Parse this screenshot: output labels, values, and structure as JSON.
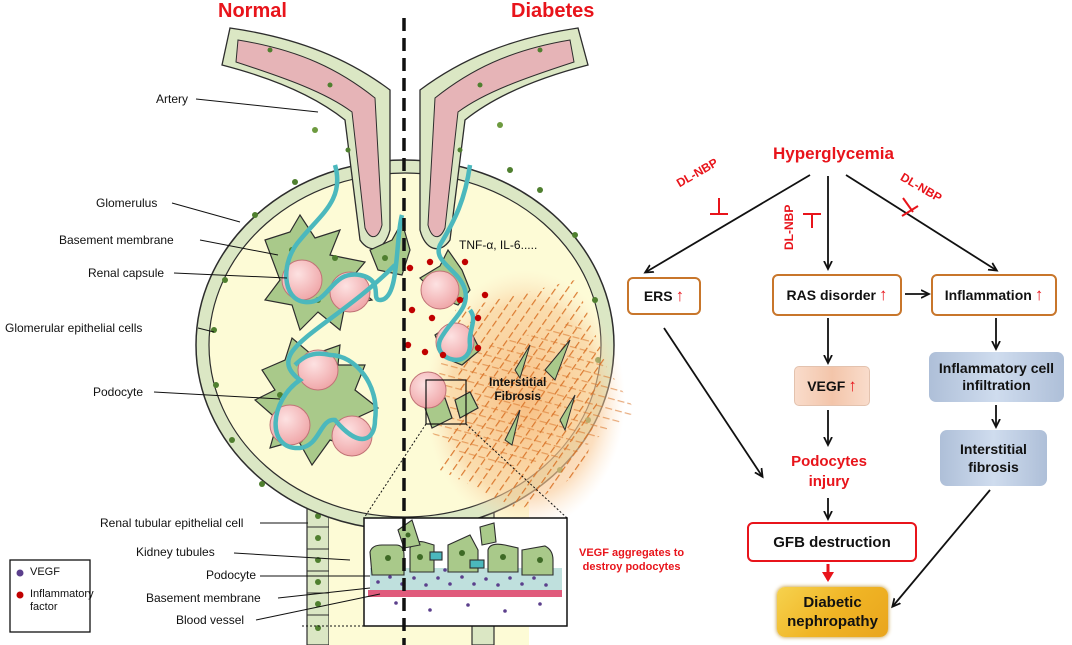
{
  "headings": {
    "normal": "Normal",
    "diabetes": "Diabetes"
  },
  "anatomy_labels": {
    "artery": "Artery",
    "glomerulus": "Glomerulus",
    "basement_membrane": "Basement membrane",
    "renal_capsule": "Renal capsule",
    "glomerular_epithelial_cells": "Glomerular epithelial cells",
    "podocyte": "Podocyte",
    "renal_tubular_epithelial_cell": "Renal tubular epithelial cell",
    "kidney_tubules": "Kidney tubules",
    "podocyte_inset": "Podocyte",
    "basement_membrane_inset": "Basement membrane",
    "blood_vessel": "Blood vessel"
  },
  "diabetes_labels": {
    "cytokines": "TNF-α, IL-6.....",
    "interstitial_fibrosis": [
      "Interstitial",
      "Fibrosis"
    ],
    "vegf_aggregates": [
      "VEGF aggregates to",
      "destroy podocytes"
    ]
  },
  "legend": {
    "items": [
      {
        "label": "VEGF",
        "color": "#5b3f8c"
      },
      {
        "label": "Inflammatory factor",
        "color": "#c00000"
      }
    ]
  },
  "flowchart": {
    "hyperglycemia": "Hyperglycemia",
    "inhibitor": "DL-NBP",
    "ers": "ERS",
    "ras_disorder": "RAS disorder",
    "inflammation": "Inflammation",
    "up_arrow": "↑",
    "vegf": "VEGF",
    "inflammatory_infiltration": [
      "Inflammatory cell",
      "infiltration"
    ],
    "podocytes_injury": [
      "Podocytes",
      "injury"
    ],
    "interstitial_fibrosis": [
      "Interstitial",
      "fibrosis"
    ],
    "gfb_destruction": "GFB destruction",
    "diabetic_nephropathy": [
      "Diabetic",
      "nephropathy"
    ]
  },
  "colors": {
    "accent_red": "#e8141b",
    "box_orange": "#c8762b",
    "vegf_fill": "#f7cfb8",
    "blue_box": "#c5d5ea",
    "gold_box": "#f2c230",
    "artery_pink": "#e6b4b7",
    "tissue_green": "#dbe7c4",
    "glomerulus_yellow": "#fdfbd6",
    "teal": "#4bb8bd"
  }
}
